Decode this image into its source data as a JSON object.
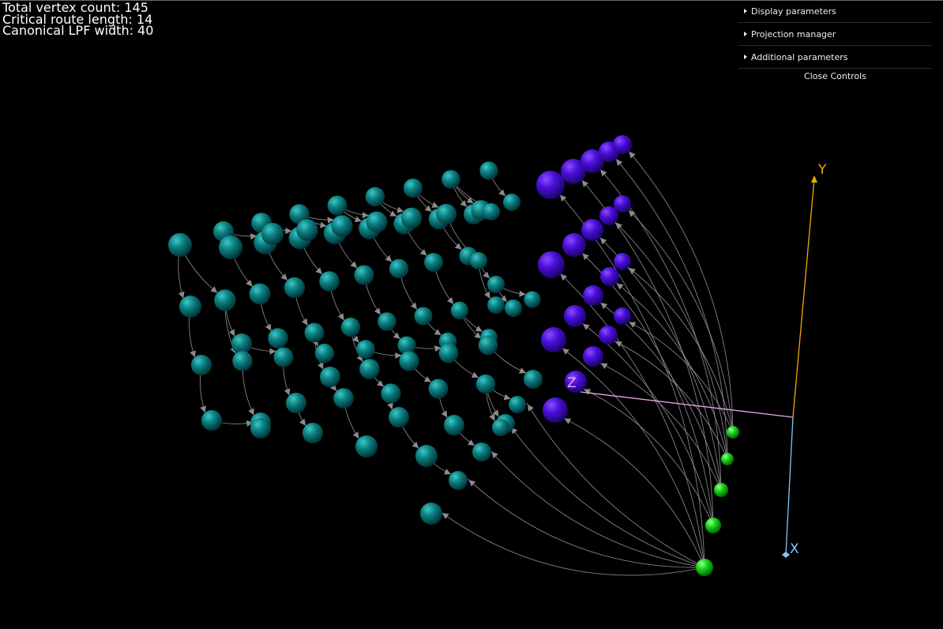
{
  "stats": {
    "vertex_count": "Total vertex count: 145",
    "route_length": "Critical route length: 14",
    "lpf_width": "Canonical LPF width: 40"
  },
  "controls": {
    "folders": [
      "Display parameters",
      "Projection manager",
      "Additional parameters"
    ],
    "close_label": "Close Controls"
  },
  "axes": {
    "x": "X",
    "y": "Y",
    "z": "Z"
  },
  "colors": {
    "teal_node": "#0a7f7f",
    "violet_node": "#5a0fe0",
    "green_node": "#1ee81e",
    "edge": "#9a9a9a",
    "axis_x": "#7fc8f8",
    "axis_y": "#f0a800",
    "axis_z": "#e8a8e8"
  }
}
